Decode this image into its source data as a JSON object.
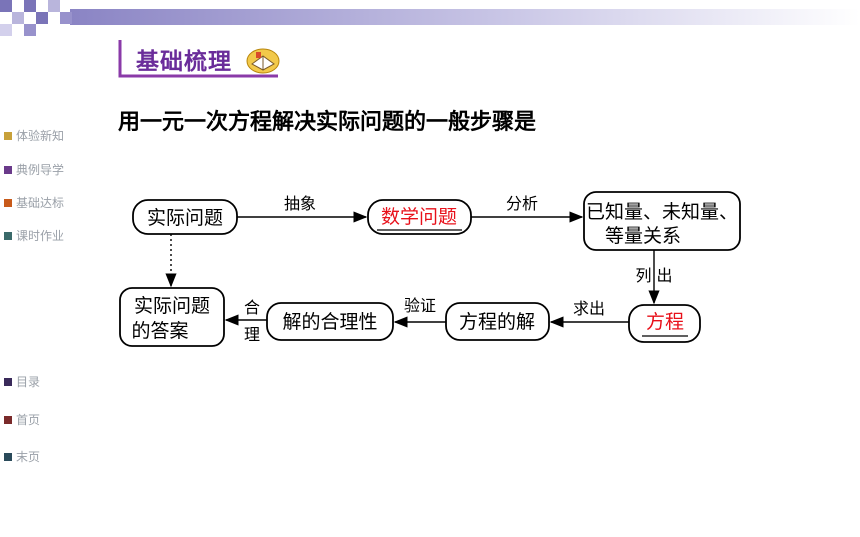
{
  "section_title": "基础梳理",
  "heading": "用一元一次方程解决实际问题的一般步骤是",
  "sidebar": {
    "top": [
      {
        "label": "体验新知",
        "color": "#c8a13a"
      },
      {
        "label": "典例导学",
        "color": "#6a3a8a"
      },
      {
        "label": "基础达标",
        "color": "#c85a1a"
      },
      {
        "label": "课时作业",
        "color": "#3a6a6a"
      }
    ],
    "bottom": [
      {
        "label": "目录",
        "color": "#3a2a5a"
      },
      {
        "label": "首页",
        "color": "#7a2a2a"
      },
      {
        "label": "末页",
        "color": "#2a4a5a"
      }
    ]
  },
  "flow": {
    "nodes": {
      "practical": "实际问题",
      "math": "数学问题",
      "known": [
        "已知量、未知量、",
        "等量关系"
      ],
      "equation": "方程",
      "solution": "方程的解",
      "reasonable": "解的合理性",
      "answer": [
        "实际问题",
        "的答案"
      ]
    },
    "edges": {
      "abstract": "抽象",
      "analyze": "分析",
      "list": "列 出",
      "solve": "求出",
      "verify": "验证",
      "reason": [
        "合",
        "理"
      ]
    }
  },
  "colors": {
    "highlight_red": "#e8101a",
    "title_purple": "#6a2c9a"
  }
}
